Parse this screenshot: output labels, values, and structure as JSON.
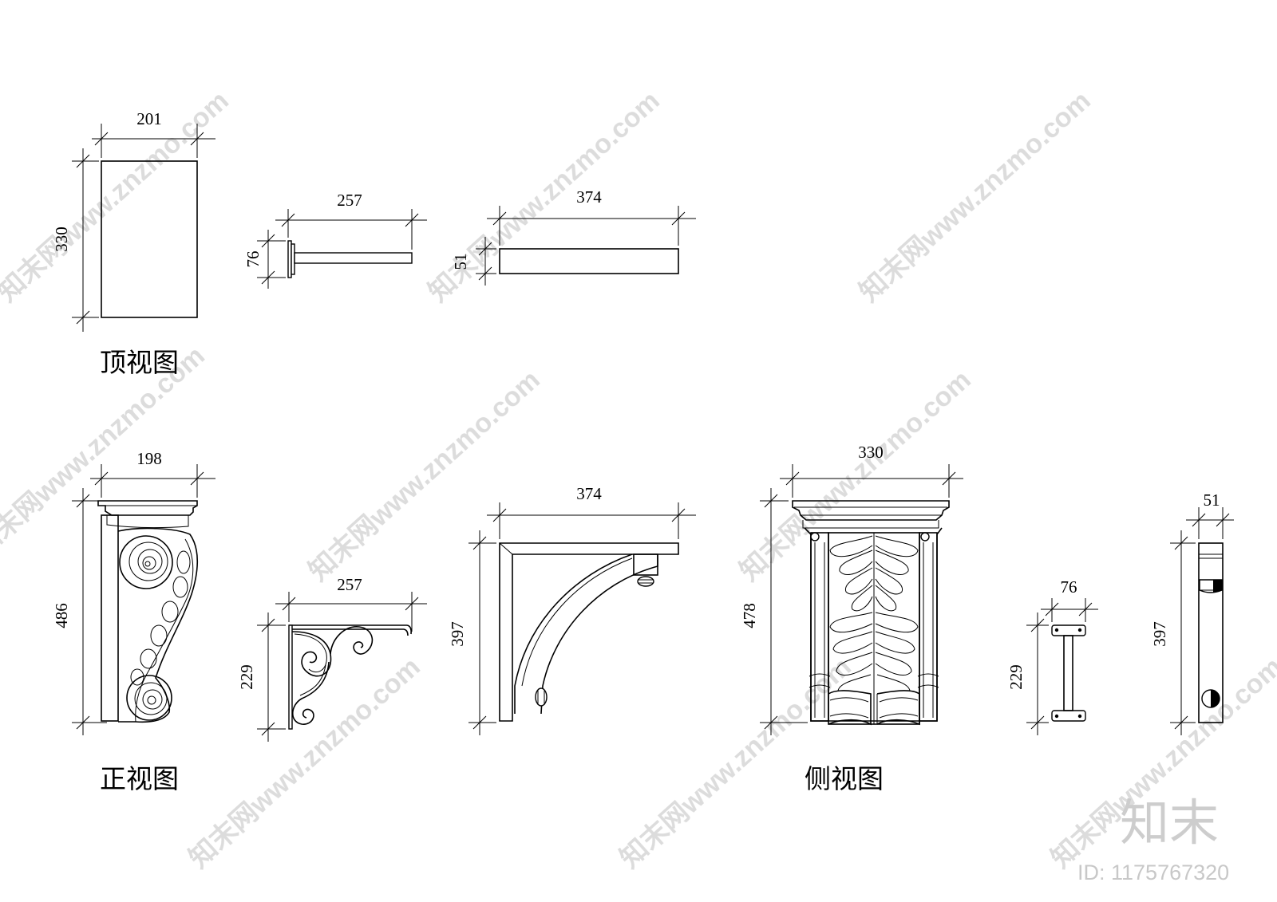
{
  "view_labels": {
    "top": "顶视图",
    "front": "正视图",
    "side": "侧视图"
  },
  "dimensions": {
    "top_w": "201",
    "top_h": "330",
    "plate_w": "257",
    "plate_h": "76",
    "board_w": "374",
    "board_h": "51",
    "front_w": "198",
    "front_h": "486",
    "iron_w": "257",
    "iron_h": "229",
    "arc_w": "374",
    "arc_h": "397",
    "carved_w": "330",
    "carved_h": "478",
    "plate2_w": "76",
    "plate2_h": "229",
    "narrow_w": "51",
    "narrow_h": "397"
  },
  "watermark": {
    "text": "知末网www.znzmo.com",
    "logo": "知末",
    "image_id": "ID: 1175767320"
  }
}
